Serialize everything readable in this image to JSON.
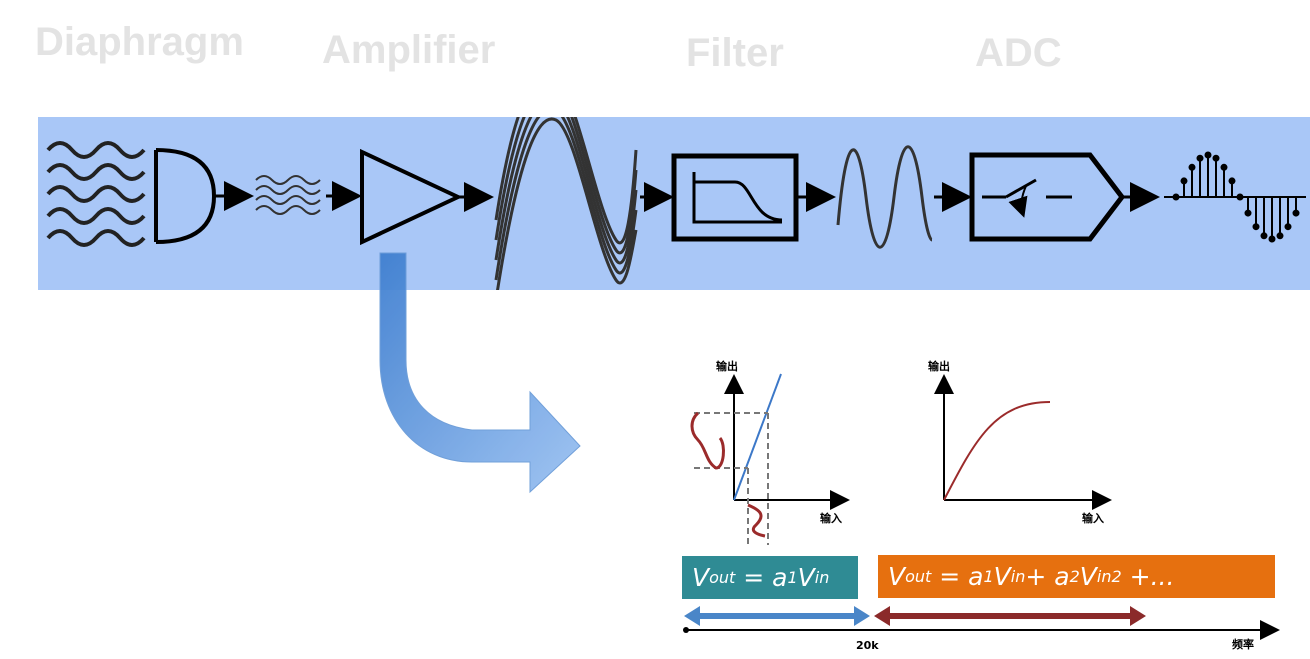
{
  "stages": {
    "diaphragm": "Diaphragm",
    "amplifier": "Amplifier",
    "filter": "Filter",
    "adc": "ADC"
  },
  "graphs": {
    "linear": {
      "y_axis_label": "输出",
      "x_axis_label": "输入"
    },
    "saturating": {
      "y_axis_label": "输出",
      "x_axis_label": "输入"
    }
  },
  "equations": {
    "linear": {
      "v": "V",
      "out": "out",
      "eq": " = a",
      "sub1": "1",
      "v2": "V",
      "in": "in"
    },
    "nonlinear": {
      "v": "V",
      "out": "out",
      "eq": " = a",
      "sub1": "1",
      "v2": "V",
      "in": "in",
      "plus": "+ a",
      "sub2": "2",
      "v3": "V",
      "in2": "in",
      "sup2": "2",
      "tail": " +..."
    }
  },
  "frequency_axis": {
    "marker": "20k",
    "label": "频率"
  },
  "colors": {
    "band": "#a9c7f7",
    "linear_box": "#2f8b94",
    "nonlinear_box": "#e6700f",
    "linear_arrow": "#4a86c8",
    "nonlinear_arrow": "#8b2a2a",
    "curve": "#9b2b2b",
    "line_blue": "#3c78c8"
  },
  "icons": [
    "sound-waves-icon",
    "microphone-diaphragm-icon",
    "amplifier-triangle-icon",
    "lowpass-filter-icon",
    "adc-converter-icon",
    "sampled-signal-icon"
  ]
}
